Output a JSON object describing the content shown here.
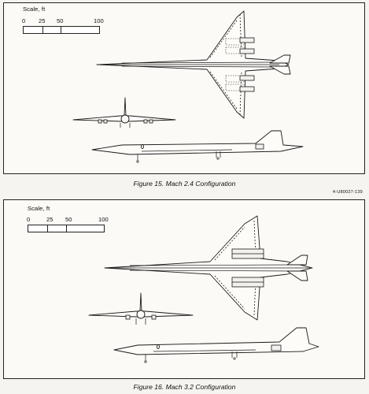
{
  "figures": [
    {
      "caption": "Figure 15.  Mach 2.4 Configuration",
      "scale": {
        "title": "Scale, ft",
        "ticks": [
          "0",
          "25",
          "50",
          "100"
        ]
      }
    },
    {
      "caption": "Figure 16.  Mach 3.2 Configuration",
      "scale": {
        "title": "Scale, ft",
        "ticks": [
          "0",
          "25",
          "50",
          "100"
        ]
      }
    }
  ],
  "document_id": "4-U80027-139"
}
